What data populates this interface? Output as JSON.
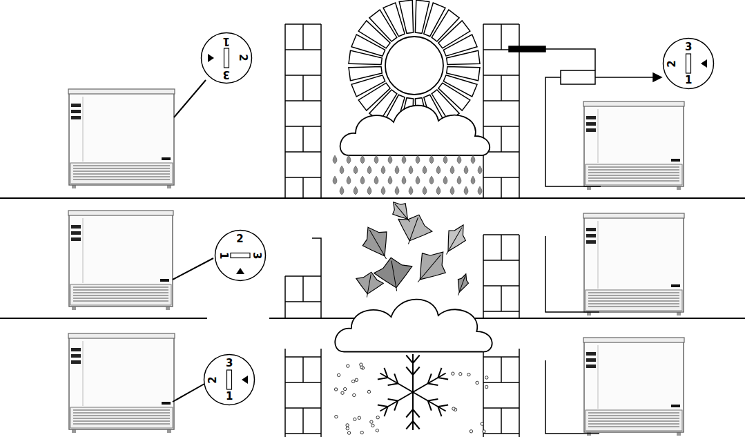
{
  "diagram": {
    "nodes": [
      {
        "text": [
          "1",
          "2",
          "3"
        ]
      },
      {
        "text": [
          "2",
          "1",
          "3"
        ]
      },
      {
        "text": [
          "3",
          "2",
          "1"
        ]
      },
      {
        "text": [
          "3",
          "2",
          "1"
        ]
      }
    ]
  }
}
